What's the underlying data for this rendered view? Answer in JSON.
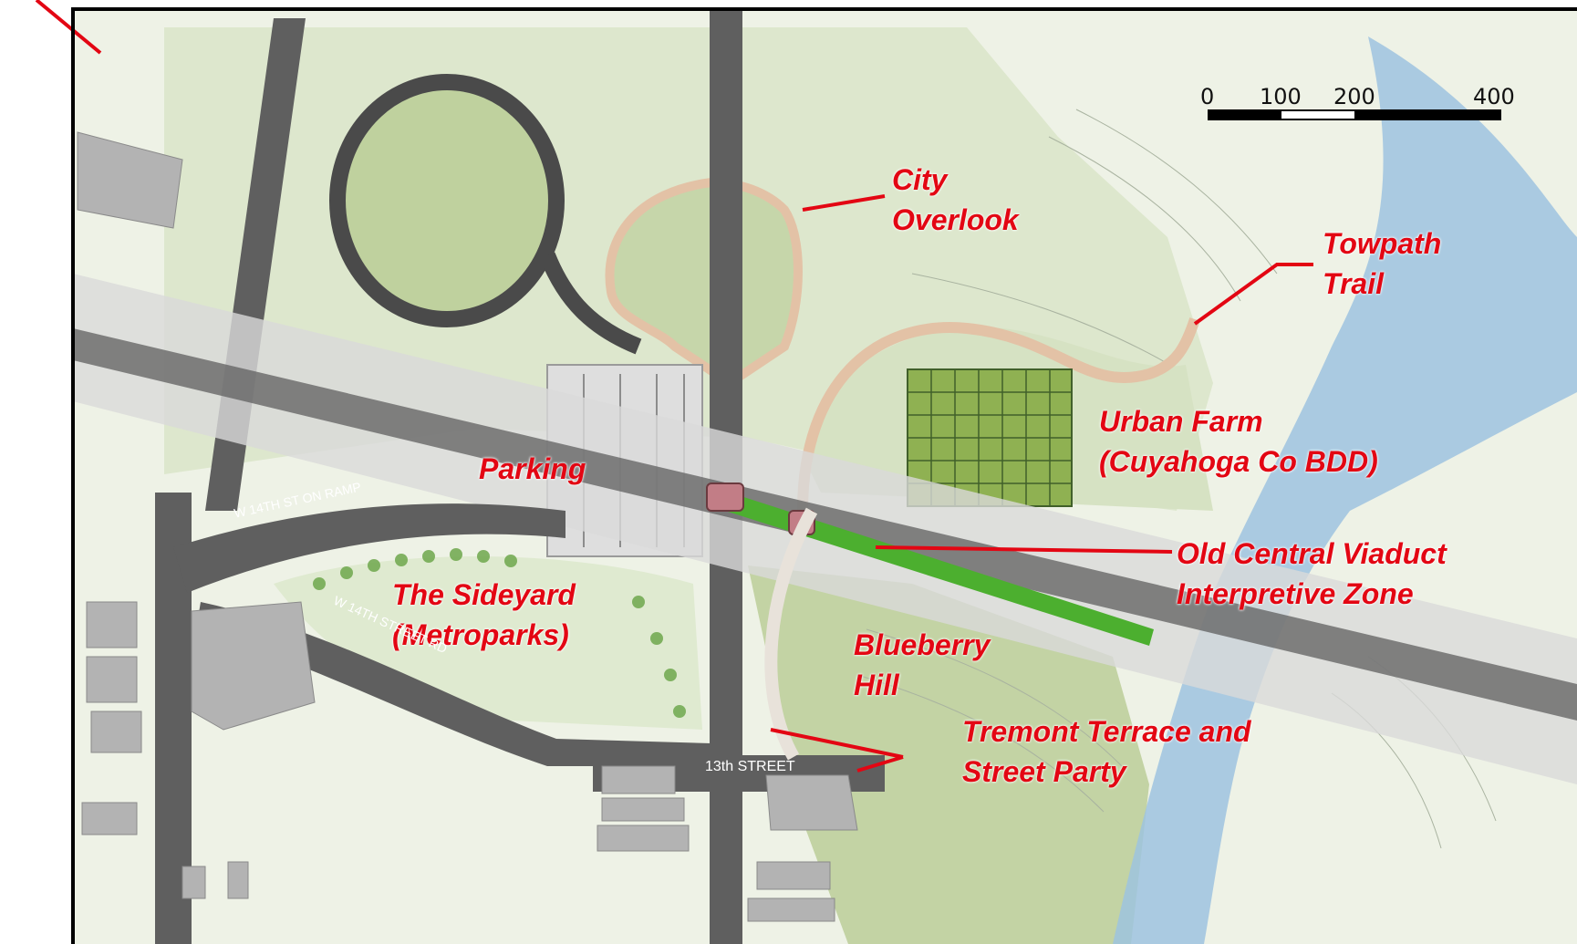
{
  "scale_bar": {
    "ticks": [
      "0",
      "100",
      "200",
      "400"
    ]
  },
  "labels": {
    "city_overlook": [
      "City",
      "Overlook"
    ],
    "towpath_trail": [
      "Towpath",
      "Trail"
    ],
    "urban_farm": [
      "Urban Farm",
      "(Cuyahoga Co BDD)"
    ],
    "parking": "Parking",
    "old_central_viaduct": [
      "Old Central Viaduct",
      "Interpretive Zone"
    ],
    "sideyard": [
      "The Sideyard",
      "(Metroparks)"
    ],
    "blueberry_hill": [
      "Blueberry",
      "Hill"
    ],
    "tremont_terrace": [
      "Tremont Terrace and",
      "Street Party"
    ]
  },
  "streets": {
    "w14_on_ramp": "W 14TH ST ON RAMP",
    "w14_street": "W 14TH STREET RD",
    "thirteenth_street": "13th STREET"
  },
  "colors": {
    "label_red": "#e30613",
    "road_dark": "#5f5f5f",
    "bridge_band": "#d9d9d9",
    "grass_green": "#c6d6aa",
    "farm_green": "#8fb152",
    "trail_tan": "#e3c2a6",
    "river_blue": "#9ec3df"
  }
}
